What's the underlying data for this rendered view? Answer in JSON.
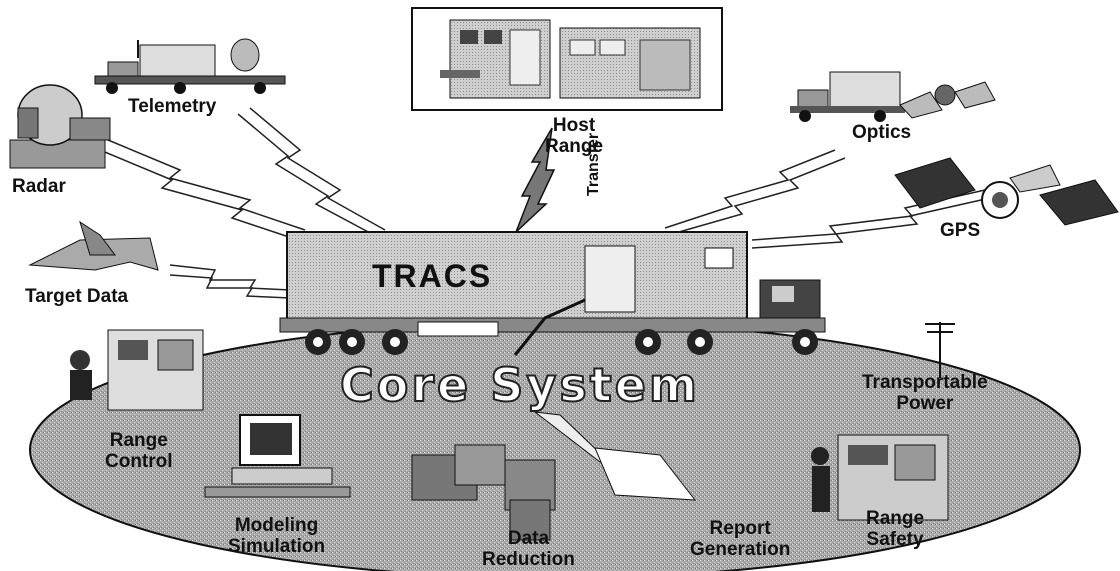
{
  "diagram": {
    "center_title": "Core System",
    "trailer_label": "TRACS",
    "transfer_label": "Transfer",
    "nodes": {
      "telemetry": "Telemetry",
      "radar": "Radar",
      "target_data": "Target Data",
      "host_range": [
        "Host",
        "Range"
      ],
      "optics": "Optics",
      "gps": "GPS",
      "range_control": [
        "Range",
        "Control"
      ],
      "modeling_simulation": [
        "Modeling",
        "Simulation"
      ],
      "data_reduction": [
        "Data",
        "Reduction"
      ],
      "report_generation": [
        "Report",
        "Generation"
      ],
      "transportable_power": [
        "Transportable",
        "Power"
      ],
      "range_safety": [
        "Range",
        "Safety"
      ]
    }
  }
}
